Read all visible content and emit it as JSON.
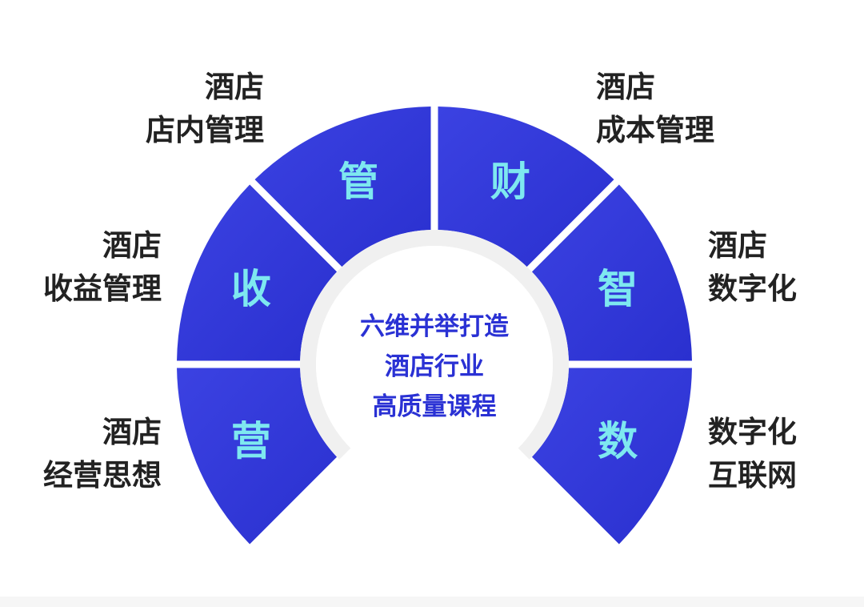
{
  "segments": [
    {
      "char": "营",
      "label_lines": [
        "酒店",
        "经营思想"
      ]
    },
    {
      "char": "收",
      "label_lines": [
        "酒店",
        "收益管理"
      ]
    },
    {
      "char": "管",
      "label_lines": [
        "酒店",
        "店内管理"
      ]
    },
    {
      "char": "财",
      "label_lines": [
        "酒店",
        "成本管理"
      ]
    },
    {
      "char": "智",
      "label_lines": [
        "酒店",
        "数字化"
      ]
    },
    {
      "char": "数",
      "label_lines": [
        "数字化",
        "互联网"
      ]
    }
  ],
  "center": {
    "lines": [
      "六维并举打造",
      "酒店行业",
      "高质量课程"
    ]
  },
  "colors": {
    "segment_start": "#3a41e0",
    "segment_end": "#2a31d4",
    "segment_char": "#7ee8f0",
    "center_text": "#2a31d4",
    "label_text": "#222222",
    "ring": "#f0f0f0"
  }
}
